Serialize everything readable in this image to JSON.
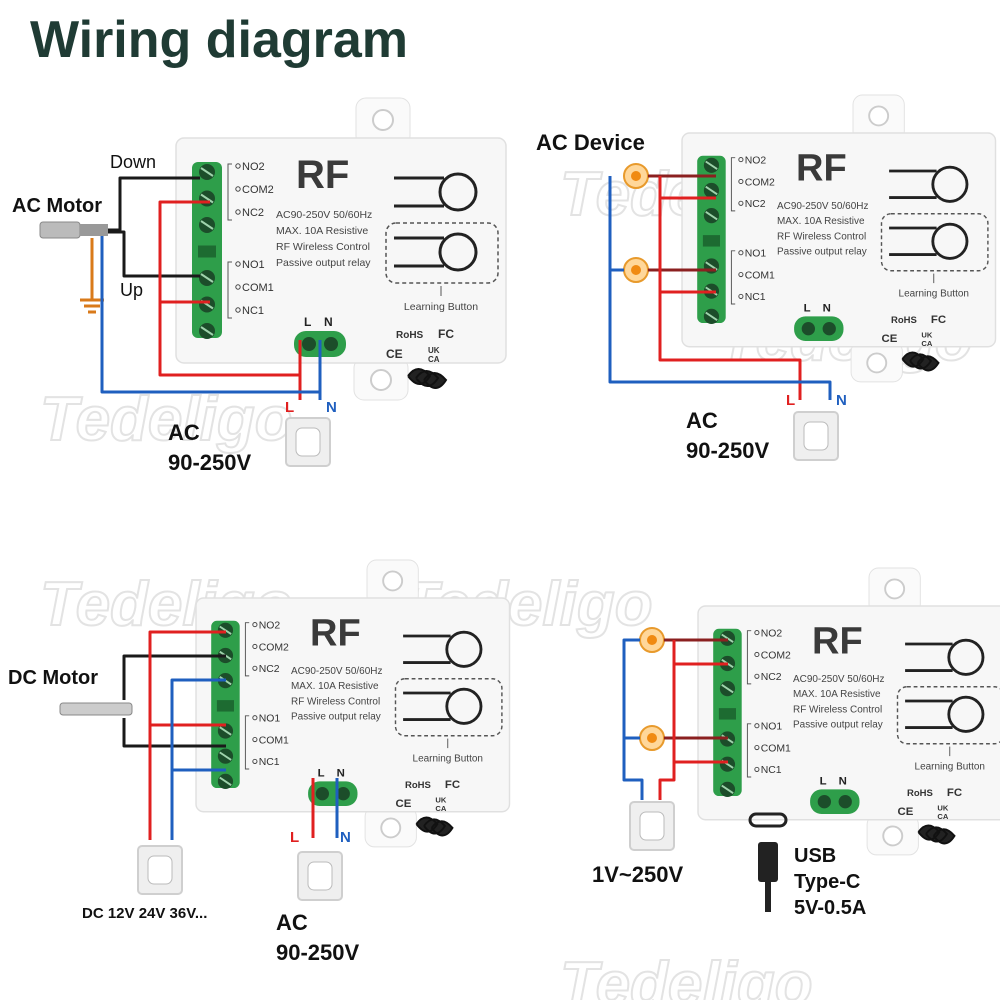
{
  "title": "Wiring diagram",
  "watermark": "Tedeligo",
  "colors": {
    "live": "#e02020",
    "neutral": "#1f5fbf",
    "motor_wire": "#1a1a1a",
    "ground": "#d97a1a",
    "terminal_green": "#2e9e4a",
    "title": "#1f3b34"
  },
  "module": {
    "brand": "RF",
    "terminals_top": [
      "NO2",
      "COM2",
      "NC2"
    ],
    "terminals_bottom": [
      "NO1",
      "COM1",
      "NC1"
    ],
    "spec_lines": [
      "AC90-250V 50/60Hz",
      "MAX. 10A  Resistive",
      "RF Wireless Control",
      "Passive output relay"
    ],
    "learning_button": "Learning Button",
    "power_terminals": [
      "L",
      "N"
    ],
    "cert_rohs": "RoHS",
    "cert_fc": "FC",
    "cert_ce": "CE",
    "cert_uk": "UK",
    "cert_ca": "CA"
  },
  "panels": {
    "ac_motor": {
      "device_label": "AC Motor",
      "down_label": "Down",
      "up_label": "Up",
      "supply_line1": "AC",
      "supply_line2": "90-250V",
      "plug_l": "L",
      "plug_n": "N"
    },
    "ac_device": {
      "device_label": "AC Device",
      "supply_line1": "AC",
      "supply_line2": "90-250V",
      "plug_l": "L",
      "plug_n": "N"
    },
    "dc_motor": {
      "device_label": "DC Motor",
      "supply_dc": "DC 12V 24V 36V...",
      "supply_line1": "AC",
      "supply_line2": "90-250V",
      "plug_l": "L",
      "plug_n": "N"
    },
    "usb": {
      "supply_label": "1V~250V",
      "usb_line1": "USB",
      "usb_line2": "Type-C",
      "usb_line3": "5V-0.5A"
    }
  }
}
